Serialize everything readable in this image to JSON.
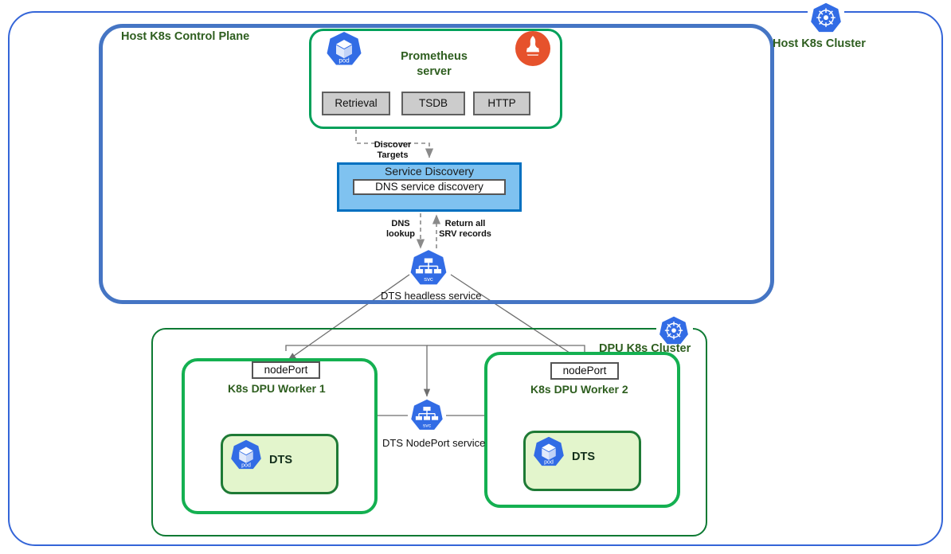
{
  "diagram": {
    "title": "Prometheus DNS service discovery across Host and DPU Kubernetes clusters",
    "colors": {
      "host_cluster_border": "#3465D8",
      "control_plane_border": "#4575C4",
      "prometheus_box_border": "#00A05A",
      "prometheus_logo": "#E6522C",
      "service_discovery_fill": "#7FC2F0",
      "service_discovery_border": "#0070C0",
      "dpu_cluster_border": "#0D7A33",
      "worker_border": "#14B051",
      "dts_pod_fill": "#E3F5CC",
      "dts_pod_border": "#1E7A35",
      "k8s_blue": "#326CE5",
      "chip_fill": "#CCCCCC",
      "chip_border": "#606060",
      "label_green": "#2E5E1F",
      "arrow_gray": "#6E6E6E"
    }
  },
  "host_cluster": {
    "label": "Host K8s Cluster",
    "icon": "kubernetes-helm-icon"
  },
  "control_plane": {
    "label": "Host K8s Control Plane"
  },
  "prometheus": {
    "title": "Prometheus\nserver",
    "title_line1": "Prometheus",
    "title_line2": "server",
    "pod_icon": "pod-icon",
    "pod_icon_label": "pod",
    "logo_icon": "prometheus-logo-icon",
    "modules": [
      {
        "label": "Retrieval"
      },
      {
        "label": "TSDB"
      },
      {
        "label": "HTTP"
      }
    ]
  },
  "service_discovery": {
    "title": "Service Discovery",
    "inner_label": "DNS service discovery"
  },
  "edges": {
    "discover_targets_line1": "Discover",
    "discover_targets_line2": "Targets",
    "dns_lookup_line1": "DNS",
    "dns_lookup_line2": "lookup",
    "return_srv_line1": "Return all",
    "return_srv_line2": "SRV records"
  },
  "headless_service": {
    "label": "DTS headless service",
    "icon": "svc-icon",
    "icon_label": "svc"
  },
  "nodeport_service": {
    "label": "DTS NodePort service",
    "icon": "svc-icon",
    "icon_label": "svc"
  },
  "dpu_cluster": {
    "label": "DPU K8s Cluster",
    "icon": "kubernetes-helm-icon"
  },
  "workers": [
    {
      "label": "K8s DPU Worker 1",
      "nodeport_label": "nodePort",
      "pod": {
        "label": "DTS",
        "icon": "pod-icon",
        "icon_label": "pod"
      }
    },
    {
      "label": "K8s DPU Worker 2",
      "nodeport_label": "nodePort",
      "pod": {
        "label": "DTS",
        "icon": "pod-icon",
        "icon_label": "pod"
      }
    }
  ]
}
